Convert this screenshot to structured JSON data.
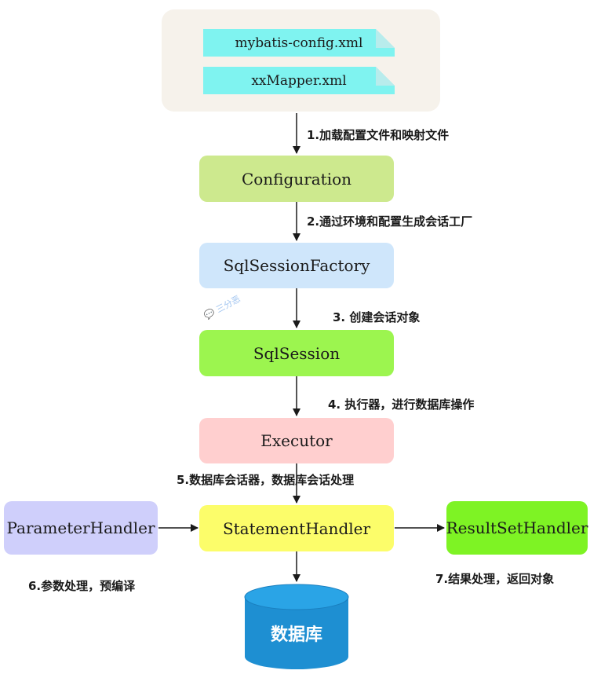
{
  "files": [
    "mybatis-config.xml",
    "xxMapper.xml"
  ],
  "nodes": {
    "configuration": "Configuration",
    "factory": "SqlSessionFactory",
    "session": "SqlSession",
    "executor": "Executor",
    "statement": "StatementHandler",
    "parameter": "ParameterHandler",
    "result": "ResultSetHandler",
    "db": "数据库"
  },
  "steps": [
    "1.加载配置文件和映射文件",
    "2.通过环境和配置生成会话工厂",
    "3. 创建会话对象",
    "4. 执行器，进行数据库操作",
    "5.数据库会话器，数据库会话处理",
    "6.参数处理，预编译",
    "7.结果处理，返回对象"
  ],
  "watermark": "三分恶",
  "colors": {
    "file": "#7ff3f0",
    "configuration": "#cde98e",
    "factory": "#cfe6fb",
    "session": "#9cf54f",
    "executor": "#ffcfcf",
    "statement": "#fcfd6a",
    "parameter": "#cfcffb",
    "result": "#7ef324",
    "db": "#1e8fd2"
  }
}
